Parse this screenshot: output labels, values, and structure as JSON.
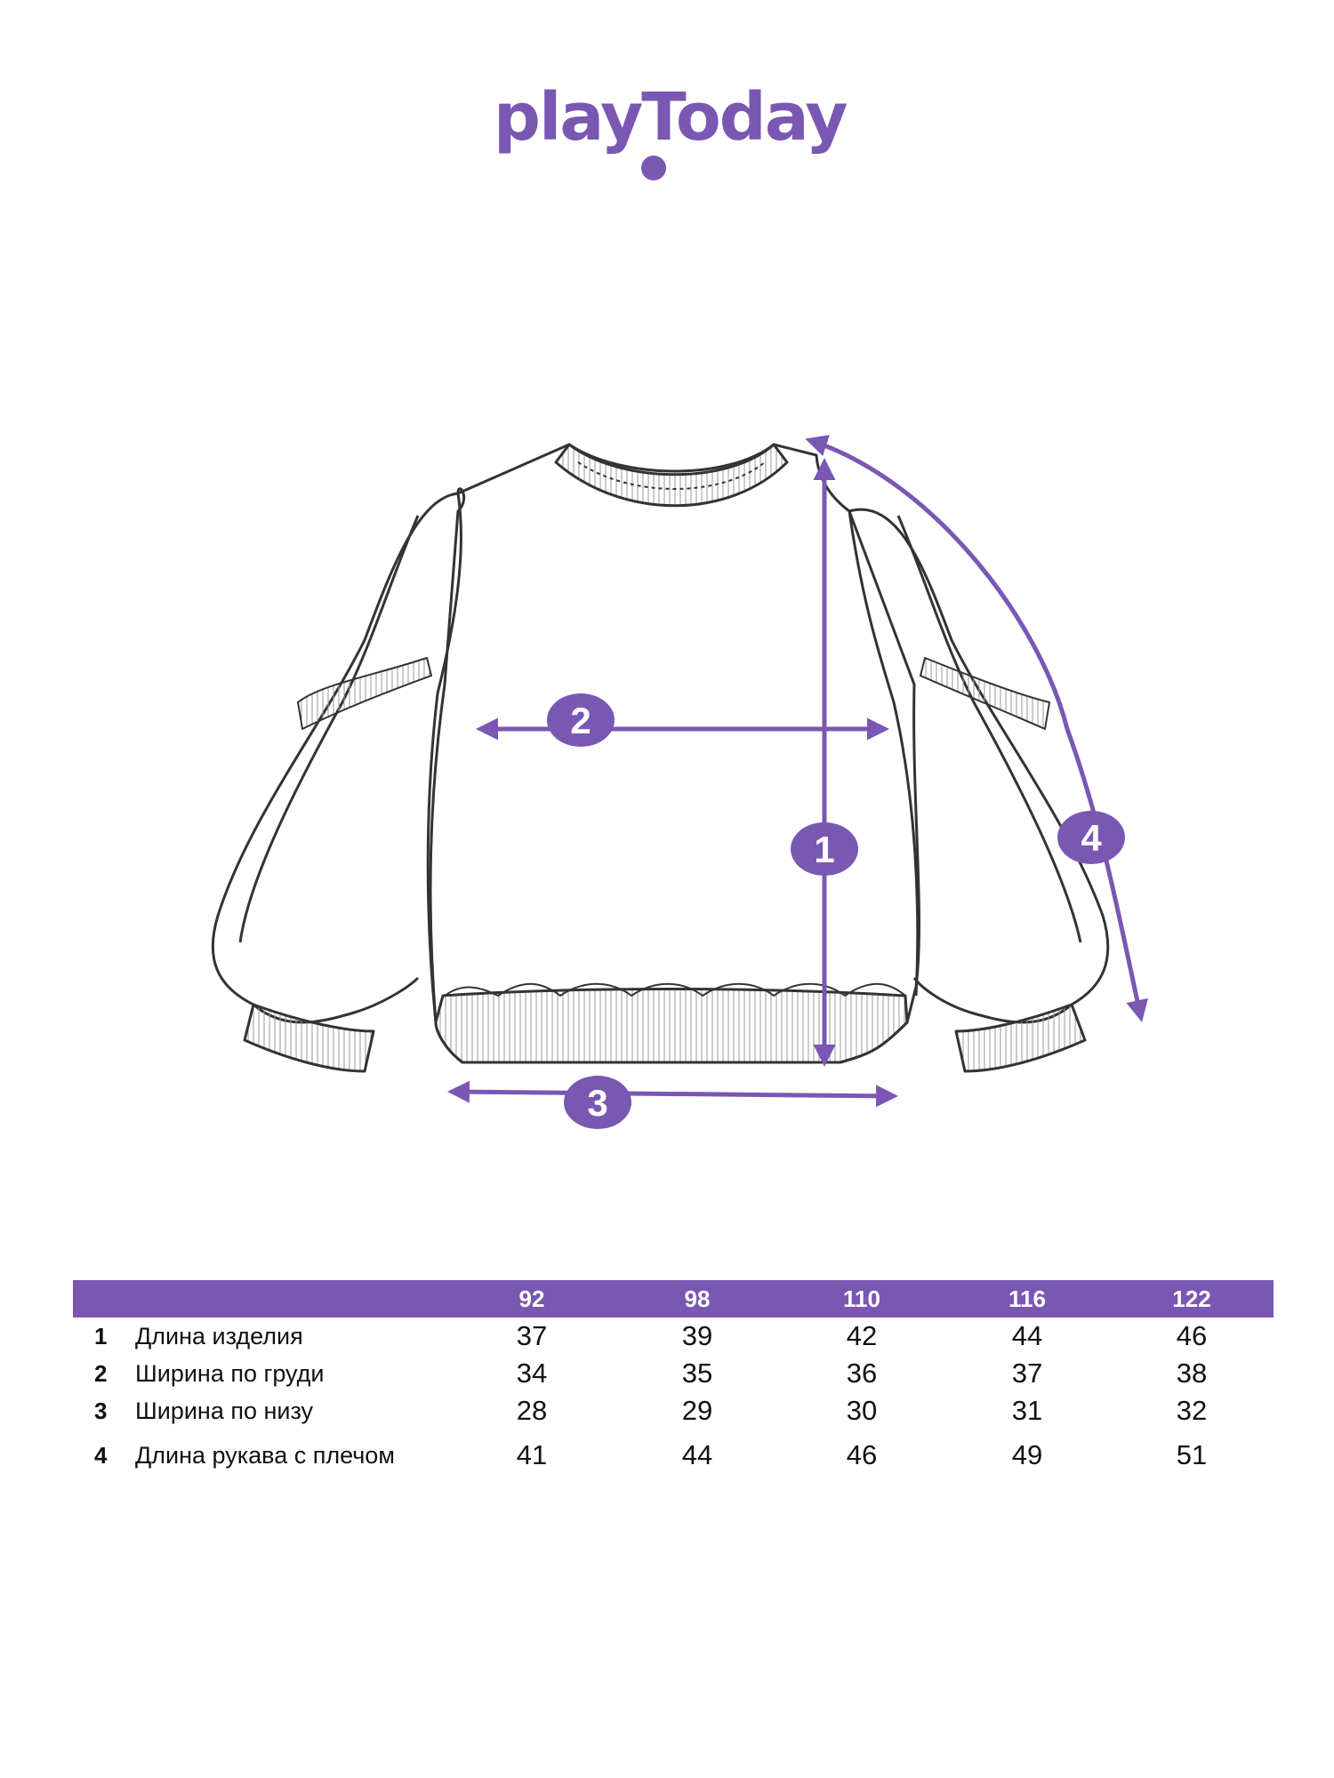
{
  "brand": {
    "logo_text": "playToday",
    "accent_color": "#7a57b3"
  },
  "markers": [
    {
      "id": "1",
      "label": "1"
    },
    {
      "id": "2",
      "label": "2"
    },
    {
      "id": "3",
      "label": "3"
    },
    {
      "id": "4",
      "label": "4"
    }
  ],
  "table": {
    "sizes": [
      "92",
      "98",
      "110",
      "116",
      "122"
    ],
    "rows": [
      {
        "num": "1",
        "label": "Длина изделия",
        "values": [
          "37",
          "39",
          "42",
          "44",
          "46"
        ]
      },
      {
        "num": "2",
        "label": "Ширина по груди",
        "values": [
          "34",
          "35",
          "36",
          "37",
          "38"
        ]
      },
      {
        "num": "3",
        "label": "Ширина по низу",
        "values": [
          "28",
          "29",
          "30",
          "31",
          "32"
        ]
      },
      {
        "num": "4",
        "label": "Длина рукава с плечом",
        "values": [
          "41",
          "44",
          "46",
          "49",
          "51"
        ]
      }
    ]
  }
}
